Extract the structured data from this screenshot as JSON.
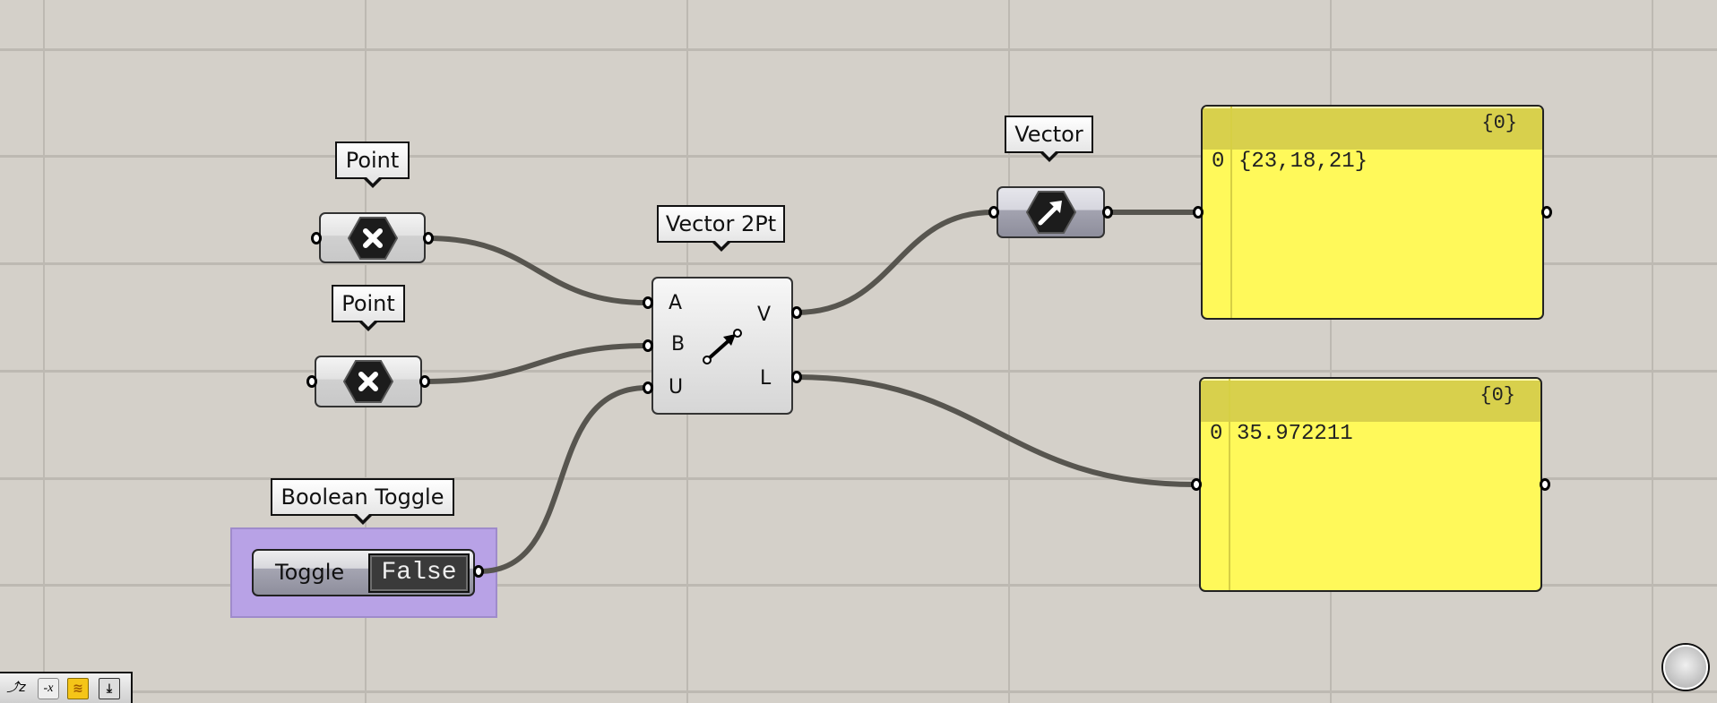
{
  "canvas": {
    "background": "#d4d0c9",
    "grid_color": "#bdb9b2",
    "wire_color": "#57554f"
  },
  "nodes": {
    "point1": {
      "label": "Point",
      "icon": "point-param-x-icon"
    },
    "point2": {
      "label": "Point",
      "icon": "point-param-x-icon"
    },
    "vector2pt": {
      "label": "Vector 2Pt",
      "inputs": [
        "A",
        "B",
        "U"
      ],
      "outputs": [
        "V",
        "L"
      ],
      "icon": "vector-2pt-arrow-icon"
    },
    "vector_param": {
      "label": "Vector",
      "icon": "vector-arrow-icon"
    },
    "boolean_toggle": {
      "label": "Boolean Toggle",
      "name": "Toggle",
      "value": "False",
      "group_color": "#b8a2e6"
    },
    "panel_vector": {
      "path": "{0}",
      "rows": [
        {
          "index": "0",
          "value": "{23,18,21}"
        }
      ],
      "color": "#fff95a"
    },
    "panel_length": {
      "path": "{0}",
      "rows": [
        {
          "index": "0",
          "value": "35.972211"
        }
      ],
      "color": "#fff95a"
    }
  },
  "toolbar": {
    "buttons": [
      {
        "icon": "sort-z-icon",
        "glyph": "⤴z"
      },
      {
        "icon": "negate-x-icon",
        "glyph": "-x"
      },
      {
        "icon": "sketch-wire-icon",
        "glyph": "≋"
      },
      {
        "icon": "bake-download-icon",
        "glyph": "⤓"
      }
    ]
  }
}
